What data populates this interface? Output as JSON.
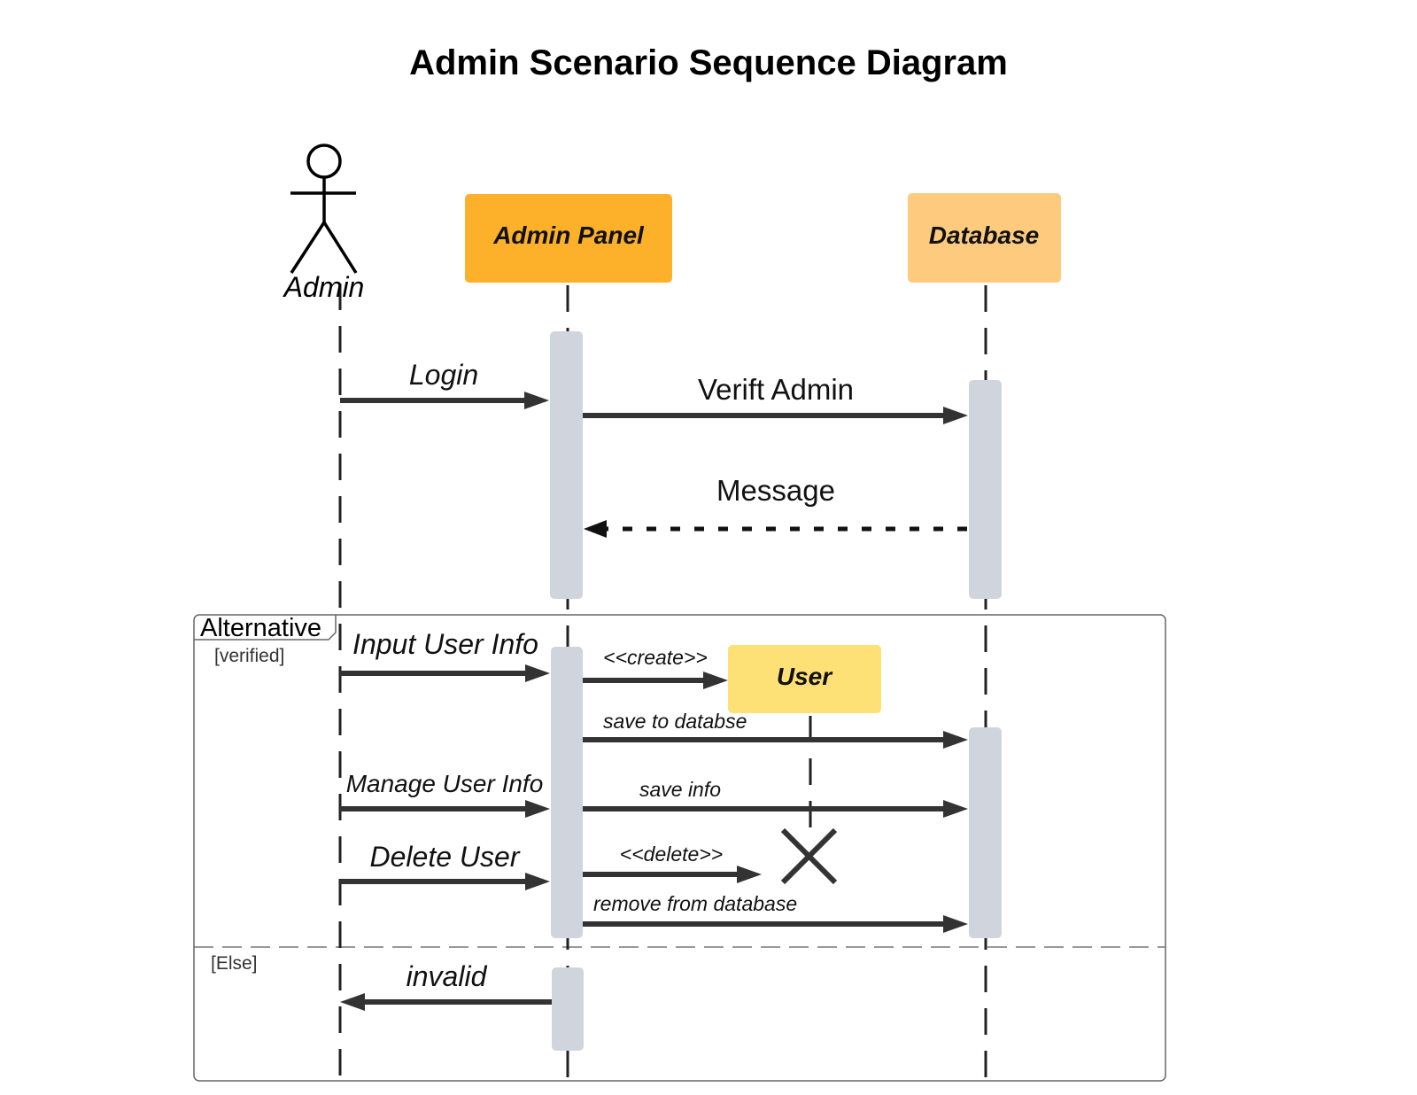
{
  "title": "Admin Scenario Sequence Diagram",
  "actor": {
    "label": "Admin"
  },
  "participants": [
    {
      "id": "admin_panel",
      "label": "Admin Panel",
      "color": "#fdb12a"
    },
    {
      "id": "database",
      "label": "Database",
      "color": "#fecb7e"
    },
    {
      "id": "user",
      "label": "User",
      "color": "#fee176"
    }
  ],
  "messages": {
    "login": "Login",
    "verify_admin": "Verift Admin",
    "message": "Message",
    "input_user_info": "Input User Info",
    "create": "<<create>>",
    "save_to_database": "save to databse",
    "manage_user_info": "Manage User Info",
    "save_info": "save info",
    "delete_user": "Delete User",
    "delete": "<<delete>>",
    "remove_from_database": "remove from database",
    "invalid": "invalid"
  },
  "frame": {
    "label": "Alternative",
    "guard_verified": "[verified]",
    "guard_else": "[Else]"
  },
  "colors": {
    "activation": "#d0d5dd",
    "arrow": "#333333"
  }
}
